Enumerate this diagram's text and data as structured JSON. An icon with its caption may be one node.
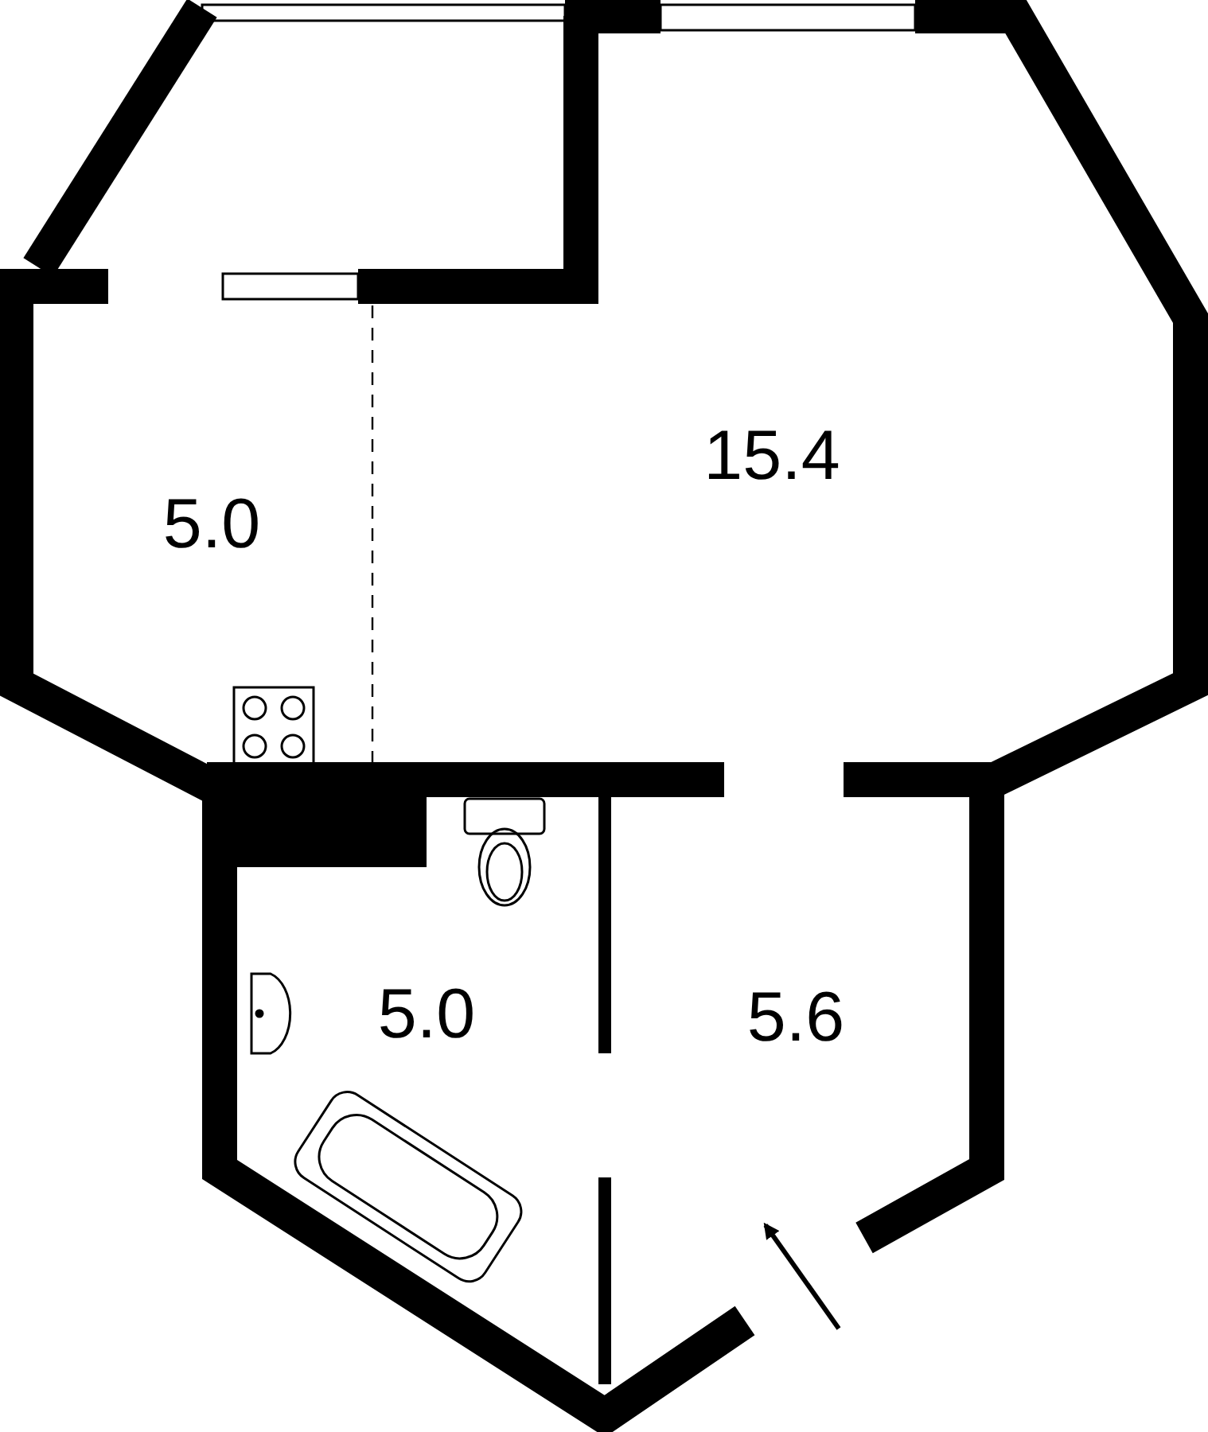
{
  "diagram": {
    "labels": [
      "5.0",
      "15.4",
      "5.0",
      "5.6"
    ]
  }
}
